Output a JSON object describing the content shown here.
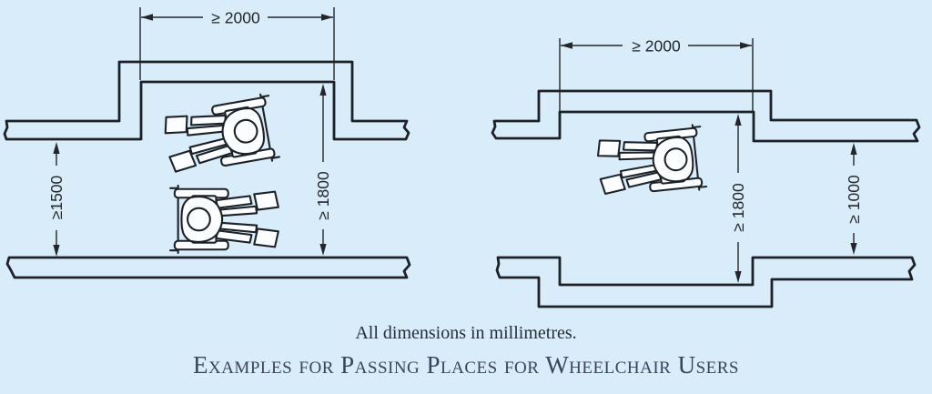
{
  "colors": {
    "background": "#d8ecf9",
    "line": "#1c2128",
    "dim_text": "#23262b",
    "caption_text": "#262c3a",
    "title_text": "#3a4458"
  },
  "caption": "All dimensions in millimetres.",
  "title": "Examples for Passing Places for Wheelchair Users",
  "diagrams": {
    "left": {
      "dims": {
        "recess_width": "≥ 2000",
        "corridor_width": "≥1500",
        "passing_depth": "≥ 1800"
      }
    },
    "right": {
      "dims": {
        "recess_width": "≥ 2000",
        "passing_depth": "≥ 1800",
        "corridor_width": "≥ 1000"
      }
    }
  }
}
